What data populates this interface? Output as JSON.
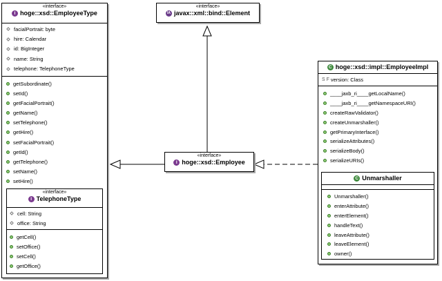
{
  "element_interface": {
    "stereotype": "«interface»",
    "title": "javax::xml::bind::Element",
    "icon": "interface-abstract-icon"
  },
  "employee_type": {
    "stereotype": "«interface»",
    "title": "hoge::xsd::EmployeeType",
    "icon": "interface-icon",
    "fields": [
      "facialPortrait: byte",
      "hire: Calendar",
      "id: BigInteger",
      "name: String",
      "telephone: TelephoneType"
    ],
    "methods": [
      "getSubordinate()",
      "setId()",
      "getFacialPortrait()",
      "getName()",
      "setTelephone()",
      "getHire()",
      "setFacialPortrait()",
      "getId()",
      "getTelephone()",
      "setName()",
      "setHire()"
    ]
  },
  "telephone_type": {
    "stereotype": "«interface»",
    "title": "TelephoneType",
    "icon": "interface-icon",
    "fields": [
      "cell: String",
      "office: String"
    ],
    "methods": [
      "getCell()",
      "setOffice()",
      "setCell()",
      "getOffice()"
    ]
  },
  "employee": {
    "stereotype": "«interface»",
    "title": "hoge::xsd::Employee",
    "icon": "interface-icon"
  },
  "employee_impl": {
    "title": "hoge::xsd::impl::EmployeeImpl",
    "icon": "class-icon",
    "fields": [
      "version: Class"
    ],
    "methods": [
      "____jaxb_ri____getLocalName()",
      "____jaxb_ri____getNamespaceURI()",
      "createRawValidator()",
      "createUnmarshaller()",
      "getPrimaryInterface()",
      "serializeAttributes()",
      "serializeBody()",
      "serializeURIs()"
    ]
  },
  "unmarshaller": {
    "title": "Unmarshaller",
    "icon": "class-icon",
    "methods": [
      "Unmarshaller()",
      "enterAttribute()",
      "enterElement()",
      "handleText()",
      "leaveAttribute()",
      "leaveElement()",
      "owner()"
    ]
  },
  "colors": {
    "interface_badge": "#7b3a8f",
    "class_badge": "#3f8a3d",
    "method_dot": "#8fcc74",
    "shadow": "#a8a8a8"
  }
}
